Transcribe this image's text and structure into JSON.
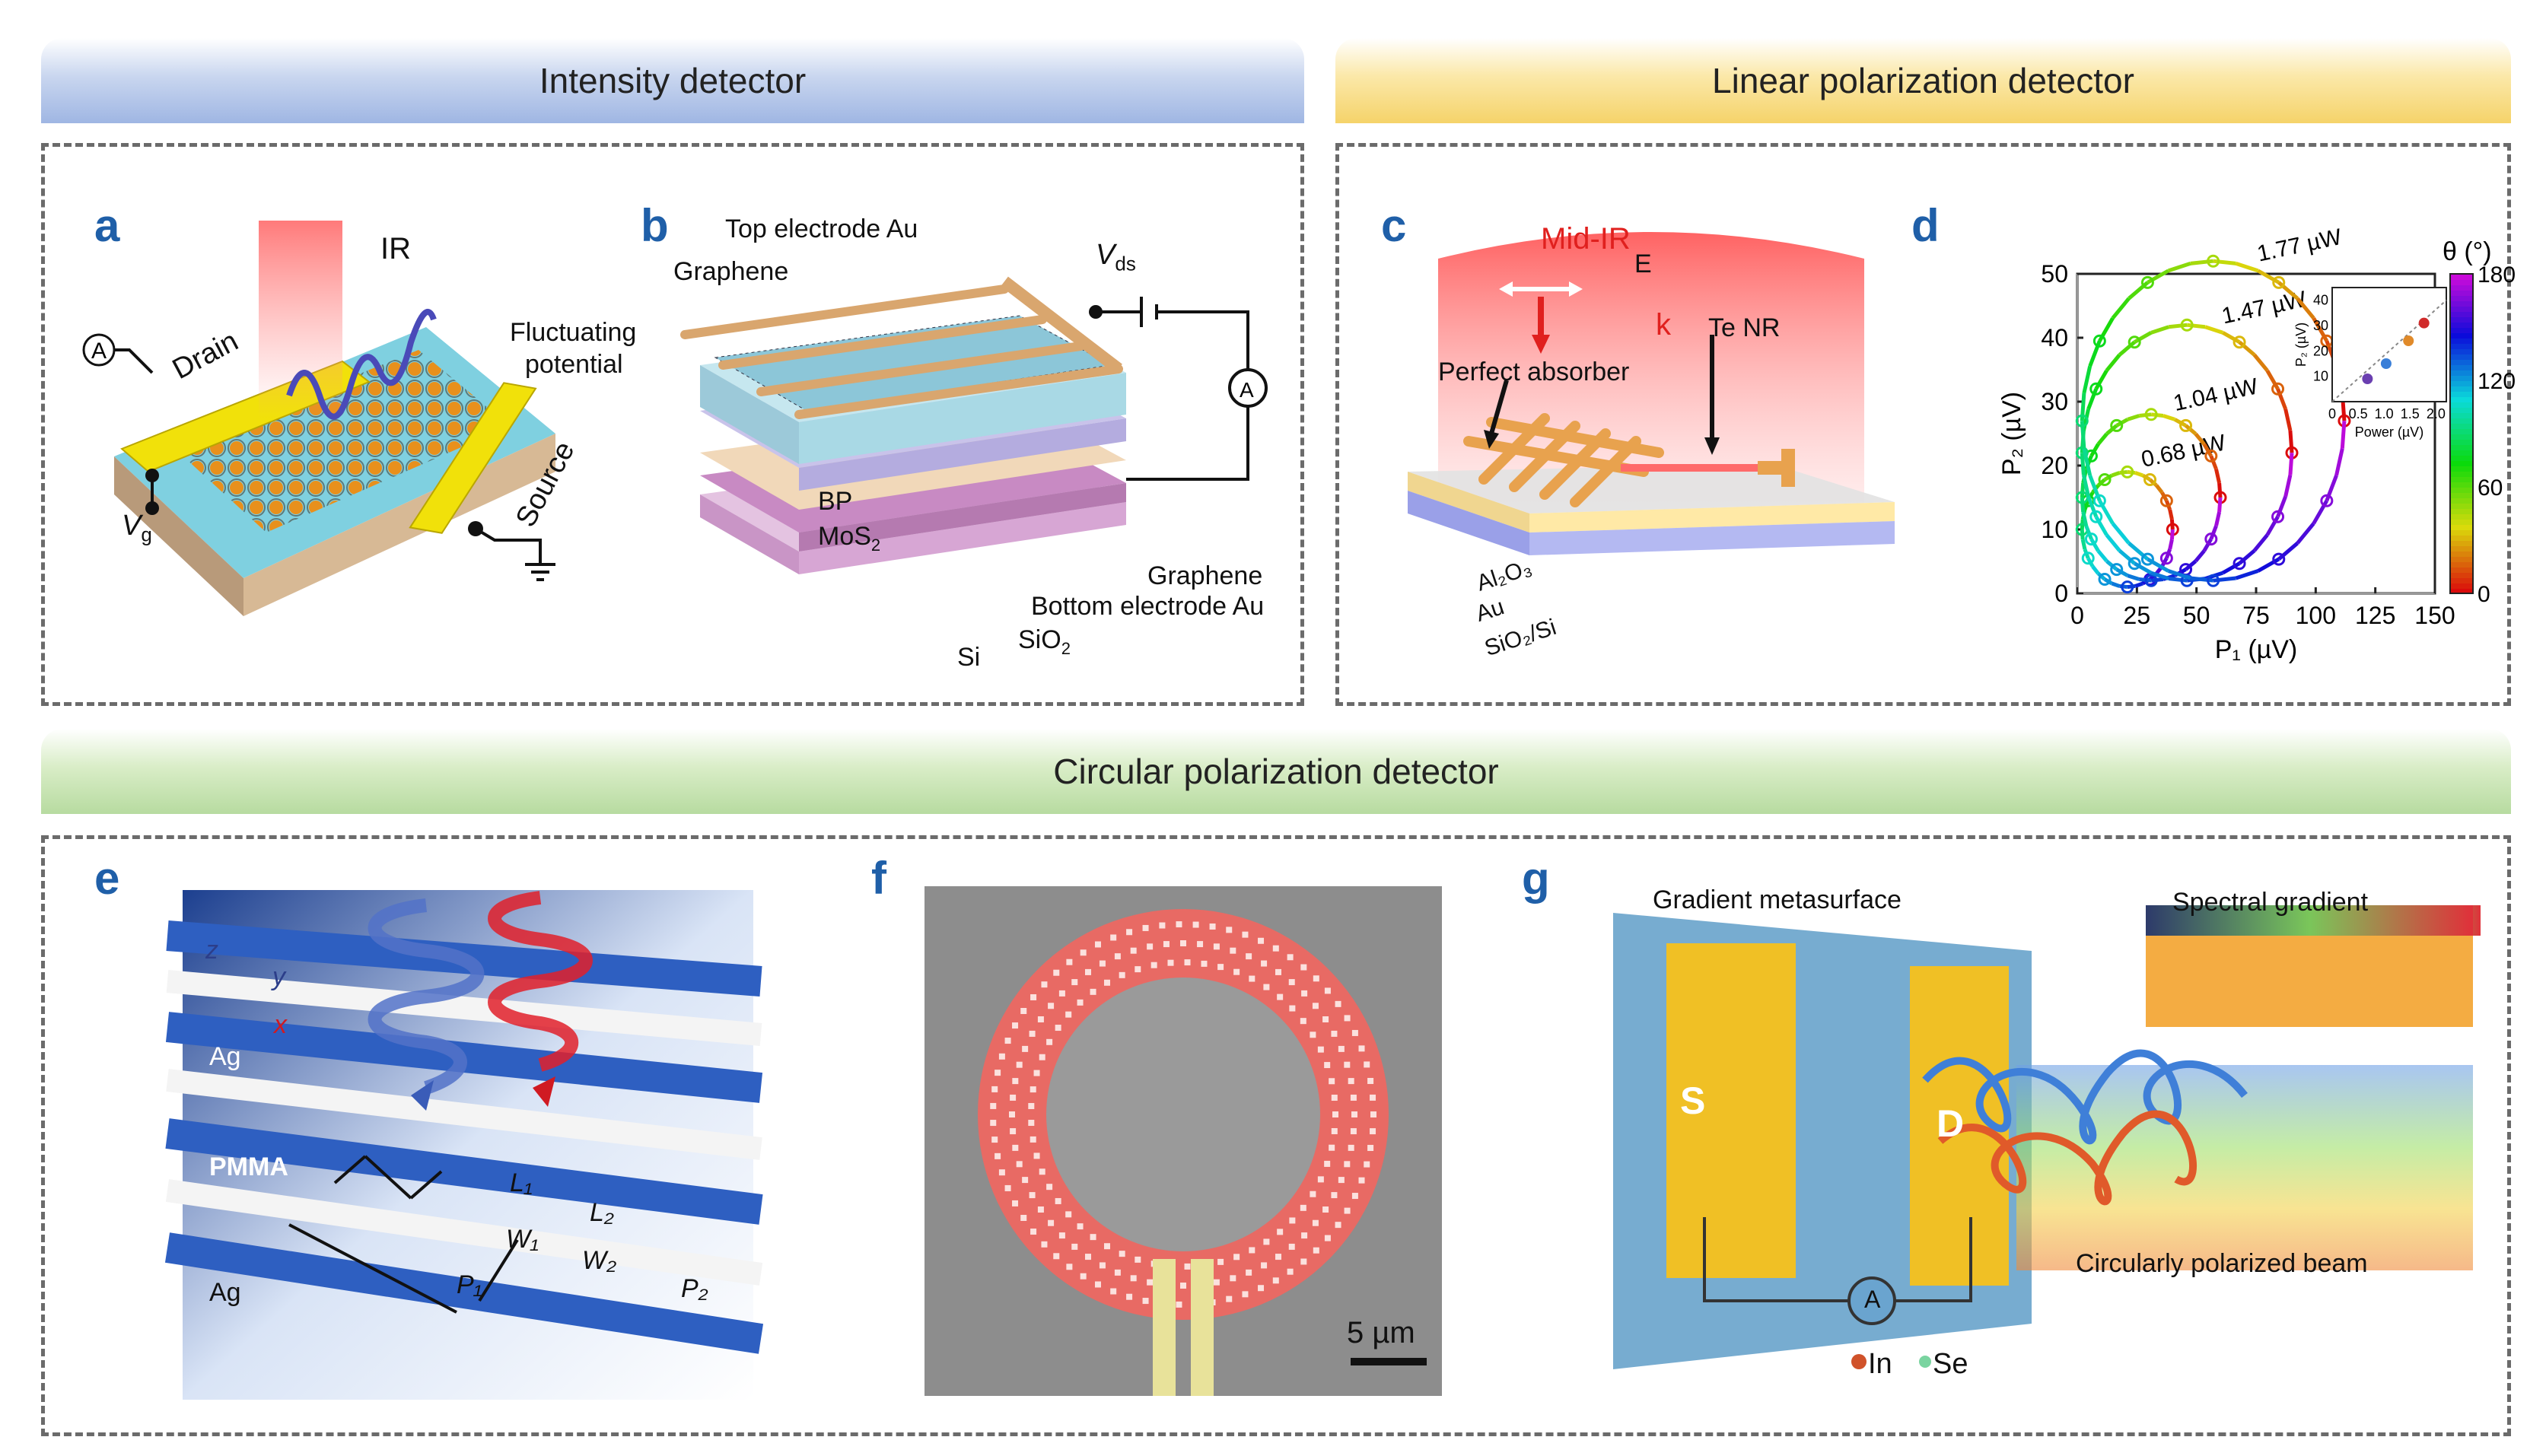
{
  "sections": {
    "intensity": "Intensity detector",
    "linear": "Linear polarization detector",
    "circular": "Circular polarization detector"
  },
  "panels": {
    "a": "a",
    "b": "b",
    "c": "c",
    "d": "d",
    "e": "e",
    "f": "f",
    "g": "g"
  },
  "panel_a": {
    "ir": "IR",
    "drain": "Drain",
    "source": "Source",
    "fluct1": "Fluctuating",
    "fluct2": "potential",
    "ammeter": "A",
    "vg": "V",
    "vg_sub": "g"
  },
  "panel_b": {
    "top": "Top electrode Au",
    "graphene_top": "Graphene",
    "vds": "V",
    "vds_sub": "ds",
    "ammeter": "A",
    "bp": "BP",
    "mos2": "MoS",
    "mos2_sub": "2",
    "graphene_bot": "Graphene",
    "bottom": "Bottom electrode Au",
    "si": "Si",
    "sio2": "SiO",
    "sio2_sub": "2"
  },
  "panel_c": {
    "midir": "Mid-IR",
    "e": "E",
    "k": "k",
    "tenr": "Te NR",
    "absorber": "Perfect absorber",
    "al2o3": "Al₂O₃",
    "au": "Au",
    "sio2si": "SiO₂/Si"
  },
  "panel_e": {
    "z": "z",
    "y": "y",
    "x": "x",
    "ag_top": "Ag",
    "pmma": "PMMA",
    "ag_bot": "Ag",
    "l1": "L₁",
    "l2": "L₂",
    "w1": "W₁",
    "w2": "W₂",
    "p1": "P₁",
    "p2": "P₂"
  },
  "panel_f": {
    "scale": "5 µm"
  },
  "panel_g": {
    "gradient": "Gradient metasurface",
    "spectral": "Spectral gradient",
    "s": "S",
    "d": "D",
    "beam": "Circularly polarized beam",
    "ammeter": "A",
    "in": "In",
    "se": "Se"
  },
  "chart_data": {
    "type": "scatter",
    "xlabel": "P₁ (µV)",
    "ylabel": "P₂ (µV)",
    "xlim": [
      0,
      150
    ],
    "ylim": [
      0,
      50
    ],
    "xticks": [
      0,
      25,
      50,
      75,
      100,
      125,
      150
    ],
    "yticks": [
      0,
      10,
      20,
      30,
      40,
      50
    ],
    "colorbar": {
      "label": "θ (°)",
      "ticks": [
        0,
        60,
        120,
        180
      ]
    },
    "series": [
      {
        "name": "0.68 µW",
        "center": [
          21,
          10
        ],
        "radii": [
          19,
          9
        ]
      },
      {
        "name": "1.04 µW",
        "center": [
          31,
          15
        ],
        "radii": [
          29,
          13
        ]
      },
      {
        "name": "1.47 µW",
        "center": [
          46,
          22
        ],
        "radii": [
          44,
          20
        ]
      },
      {
        "name": "1.77 µW",
        "center": [
          57,
          27
        ],
        "radii": [
          55,
          25
        ]
      }
    ],
    "inset": {
      "xlabel": "Power (µV)",
      "ylabel": "P₂ (µV)",
      "xticks": [
        "0.5",
        "1.0",
        "1.5",
        "2.0"
      ],
      "xtick_zero": "0",
      "yticks": [
        10,
        20,
        30,
        40
      ],
      "points": [
        [
          0.68,
          9
        ],
        [
          1.04,
          15
        ],
        [
          1.47,
          24
        ],
        [
          1.77,
          31
        ]
      ]
    }
  }
}
